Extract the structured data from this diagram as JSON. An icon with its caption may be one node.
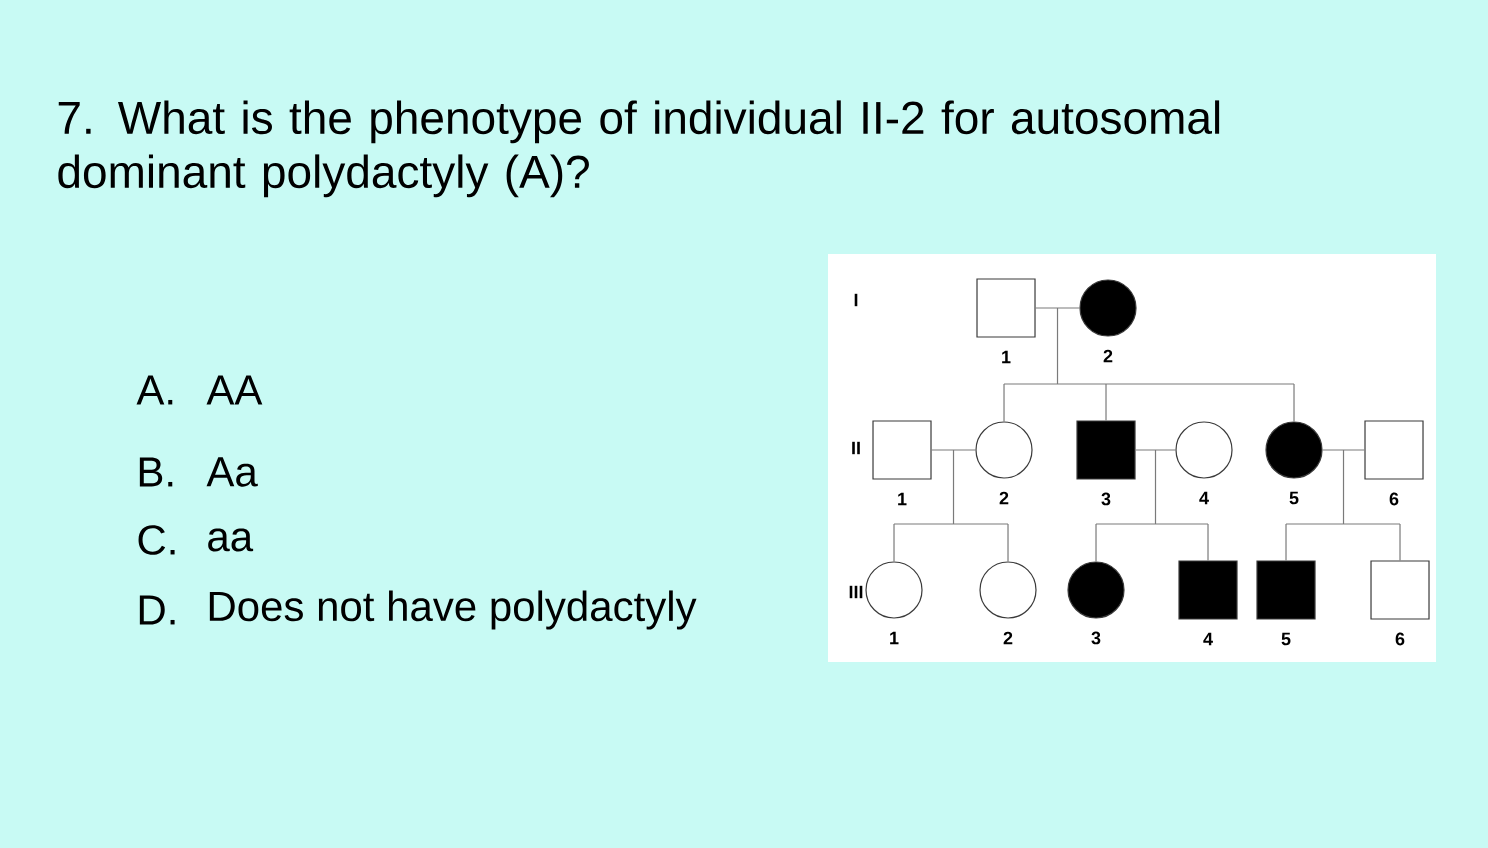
{
  "diagram": {
    "title": "7. What is the phenotype of individual II-2 for autosomal dominant polydactyly (A)?",
    "nodes": [
      {
        "text": [],
        "shape": "box",
        "beside": [
          "1"
        ]
      },
      {
        "text": [],
        "shape": "circle",
        "beside": [
          "2"
        ]
      },
      {
        "text": [],
        "shape": "box",
        "beside": [
          "1"
        ]
      },
      {
        "text": [],
        "shape": "circle",
        "beside": [
          "2"
        ]
      },
      {
        "text": [],
        "shape": "box",
        "beside": [
          "3"
        ]
      },
      {
        "text": [],
        "shape": "circle",
        "beside": [
          "4"
        ]
      },
      {
        "text": [],
        "shape": "circle",
        "beside": [
          "5"
        ]
      },
      {
        "text": [],
        "shape": "box",
        "beside": [
          "6"
        ]
      },
      {
        "text": [],
        "shape": "circle",
        "beside": [
          "1"
        ]
      },
      {
        "text": [],
        "shape": "circle",
        "beside": [
          "2"
        ]
      },
      {
        "text": [],
        "shape": "circle",
        "beside": [
          "3"
        ]
      },
      {
        "text": [],
        "shape": "box",
        "beside": [
          "4"
        ]
      },
      {
        "text": [],
        "shape": "box",
        "beside": [
          "5"
        ]
      },
      {
        "text": [],
        "shape": "box",
        "beside": [
          "6"
        ]
      }
    ],
    "edges": [
      {
        "from": 0,
        "to": 1,
        "arrow": "none"
      },
      {
        "from": 0,
        "to": 3,
        "arrow": "none"
      },
      {
        "from": 1,
        "to": 3,
        "arrow": "none"
      },
      {
        "from": 0,
        "to": 4,
        "arrow": "none"
      },
      {
        "from": 1,
        "to": 4,
        "arrow": "none"
      },
      {
        "from": 0,
        "to": 6,
        "arrow": "none"
      },
      {
        "from": 1,
        "to": 6,
        "arrow": "none"
      },
      {
        "from": 2,
        "to": 3,
        "arrow": "none"
      },
      {
        "from": 2,
        "to": 8,
        "arrow": "none"
      },
      {
        "from": 3,
        "to": 8,
        "arrow": "none"
      },
      {
        "from": 2,
        "to": 9,
        "arrow": "none"
      },
      {
        "from": 3,
        "to": 9,
        "arrow": "none"
      },
      {
        "from": 4,
        "to": 5,
        "arrow": "none"
      },
      {
        "from": 4,
        "to": 10,
        "arrow": "none"
      },
      {
        "from": 5,
        "to": 10,
        "arrow": "none"
      },
      {
        "from": 4,
        "to": 11,
        "arrow": "none"
      },
      {
        "from": 5,
        "to": 11,
        "arrow": "none"
      },
      {
        "from": 6,
        "to": 7,
        "arrow": "none"
      },
      {
        "from": 6,
        "to": 12,
        "arrow": "none"
      },
      {
        "from": 7,
        "to": 12,
        "arrow": "none"
      },
      {
        "from": 6,
        "to": 13,
        "arrow": "none"
      },
      {
        "from": 7,
        "to": 13,
        "arrow": "none"
      }
    ],
    "labels": [
      "A.",
      "AA",
      "B.",
      "Aa",
      "C.",
      "aa",
      "D.",
      "Does not have polydactyly",
      "I",
      "II",
      "III"
    ]
  }
}
